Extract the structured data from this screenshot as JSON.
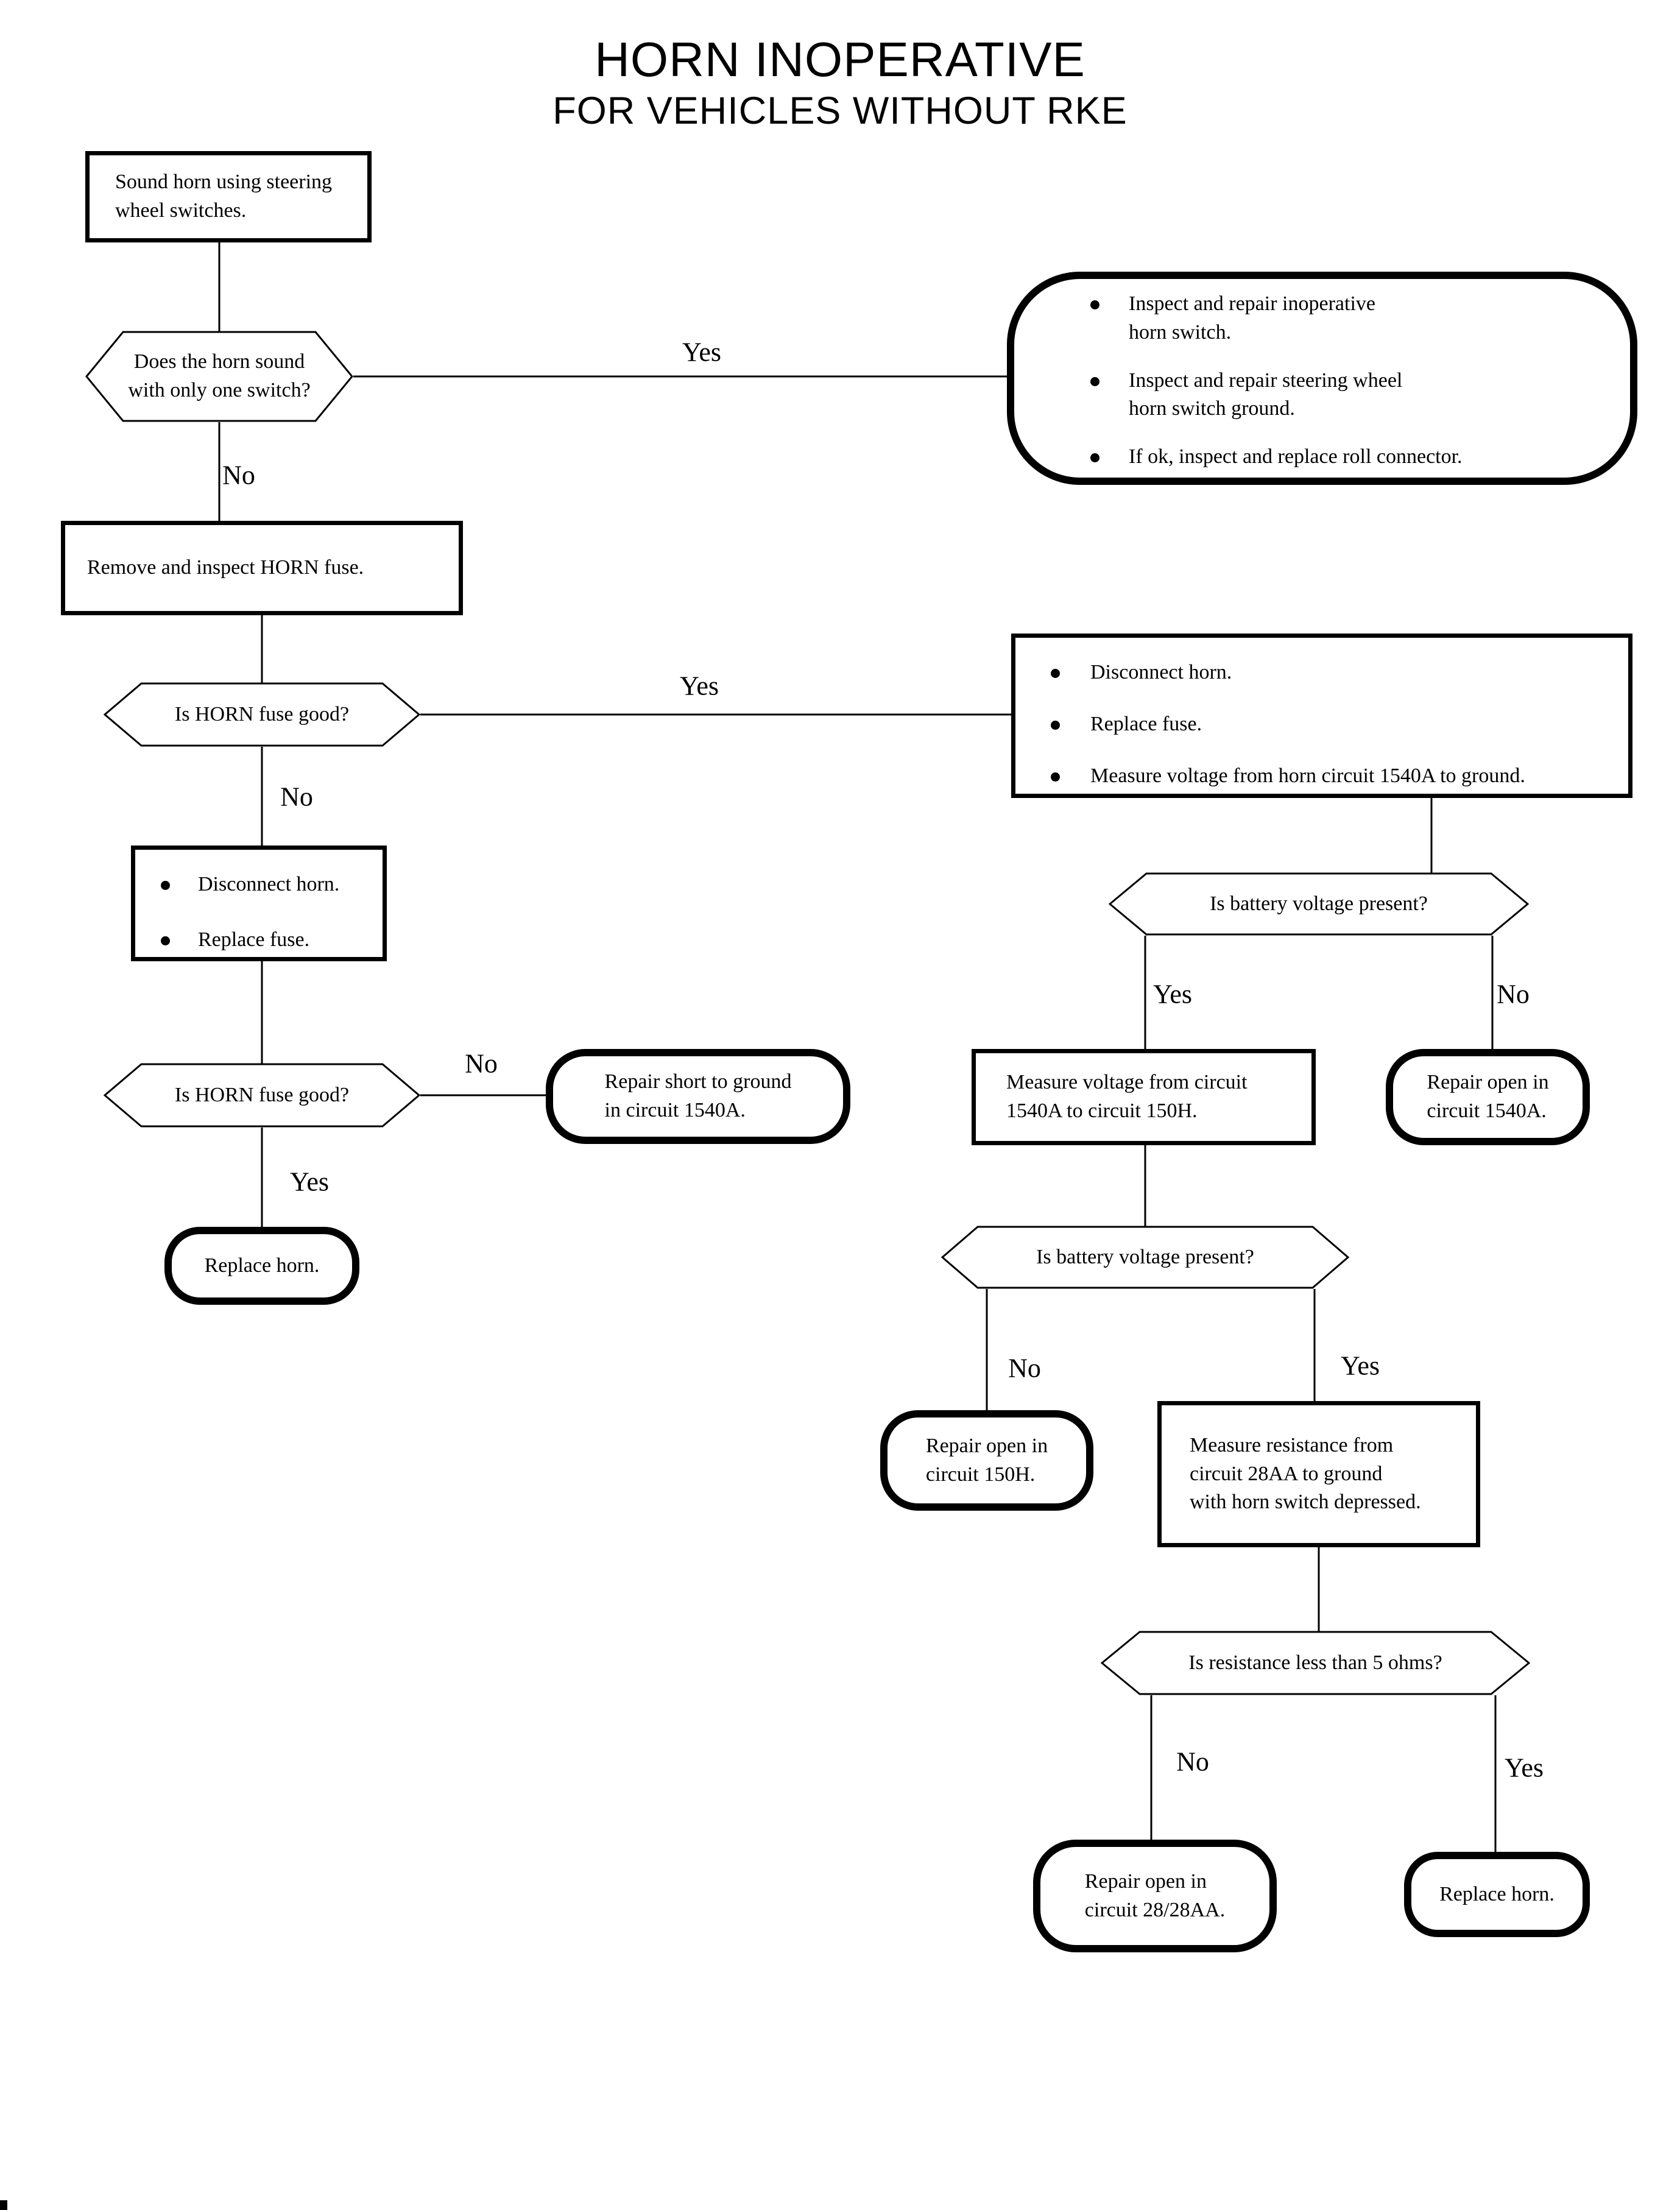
{
  "title": {
    "line1": "HORN INOPERATIVE",
    "line2": "FOR VEHICLES WITHOUT RKE"
  },
  "labels": {
    "yes": "Yes",
    "no": "No"
  },
  "nodes": {
    "start": {
      "text": "Sound horn using steering\nwheel switches."
    },
    "q_one_switch": {
      "text": "Does the horn sound\nwith only one switch?"
    },
    "advice_one_switch": {
      "items": [
        "Inspect and repair inoperative\nhorn switch.",
        "Inspect and repair steering wheel\nhorn switch ground.",
        "If ok, inspect and replace roll connector."
      ]
    },
    "remove_fuse": {
      "text": "Remove and inspect HORN fuse."
    },
    "q_fuse_good_1": {
      "text": "Is HORN fuse good?"
    },
    "actions_fuse_good": {
      "items": [
        "Disconnect horn.",
        "Replace fuse.",
        "Measure voltage from horn circuit 1540A to ground."
      ]
    },
    "actions_fuse_bad": {
      "items": [
        "Disconnect horn.",
        "Replace fuse."
      ]
    },
    "q_fuse_good_2": {
      "text": "Is HORN fuse good?"
    },
    "repair_short_1540a": {
      "text": "Repair short to ground\nin circuit 1540A."
    },
    "replace_horn_1": {
      "text": "Replace horn."
    },
    "q_battery_1": {
      "text": "Is battery voltage present?"
    },
    "measure_1540a_150h": {
      "text": "Measure voltage from circuit\n1540A to circuit 150H."
    },
    "repair_open_1540a": {
      "text": "Repair open in\ncircuit 1540A."
    },
    "q_battery_2": {
      "text": "Is battery voltage present?"
    },
    "repair_open_150h": {
      "text": "Repair open in\ncircuit 150H."
    },
    "measure_28aa": {
      "text": "Measure resistance from\ncircuit 28AA to ground\nwith horn switch depressed."
    },
    "q_resistance": {
      "text": "Is resistance less than 5 ohms?"
    },
    "repair_open_28_28aa": {
      "text": "Repair open in\ncircuit 28/28AA."
    },
    "replace_horn_2": {
      "text": "Replace horn."
    }
  }
}
